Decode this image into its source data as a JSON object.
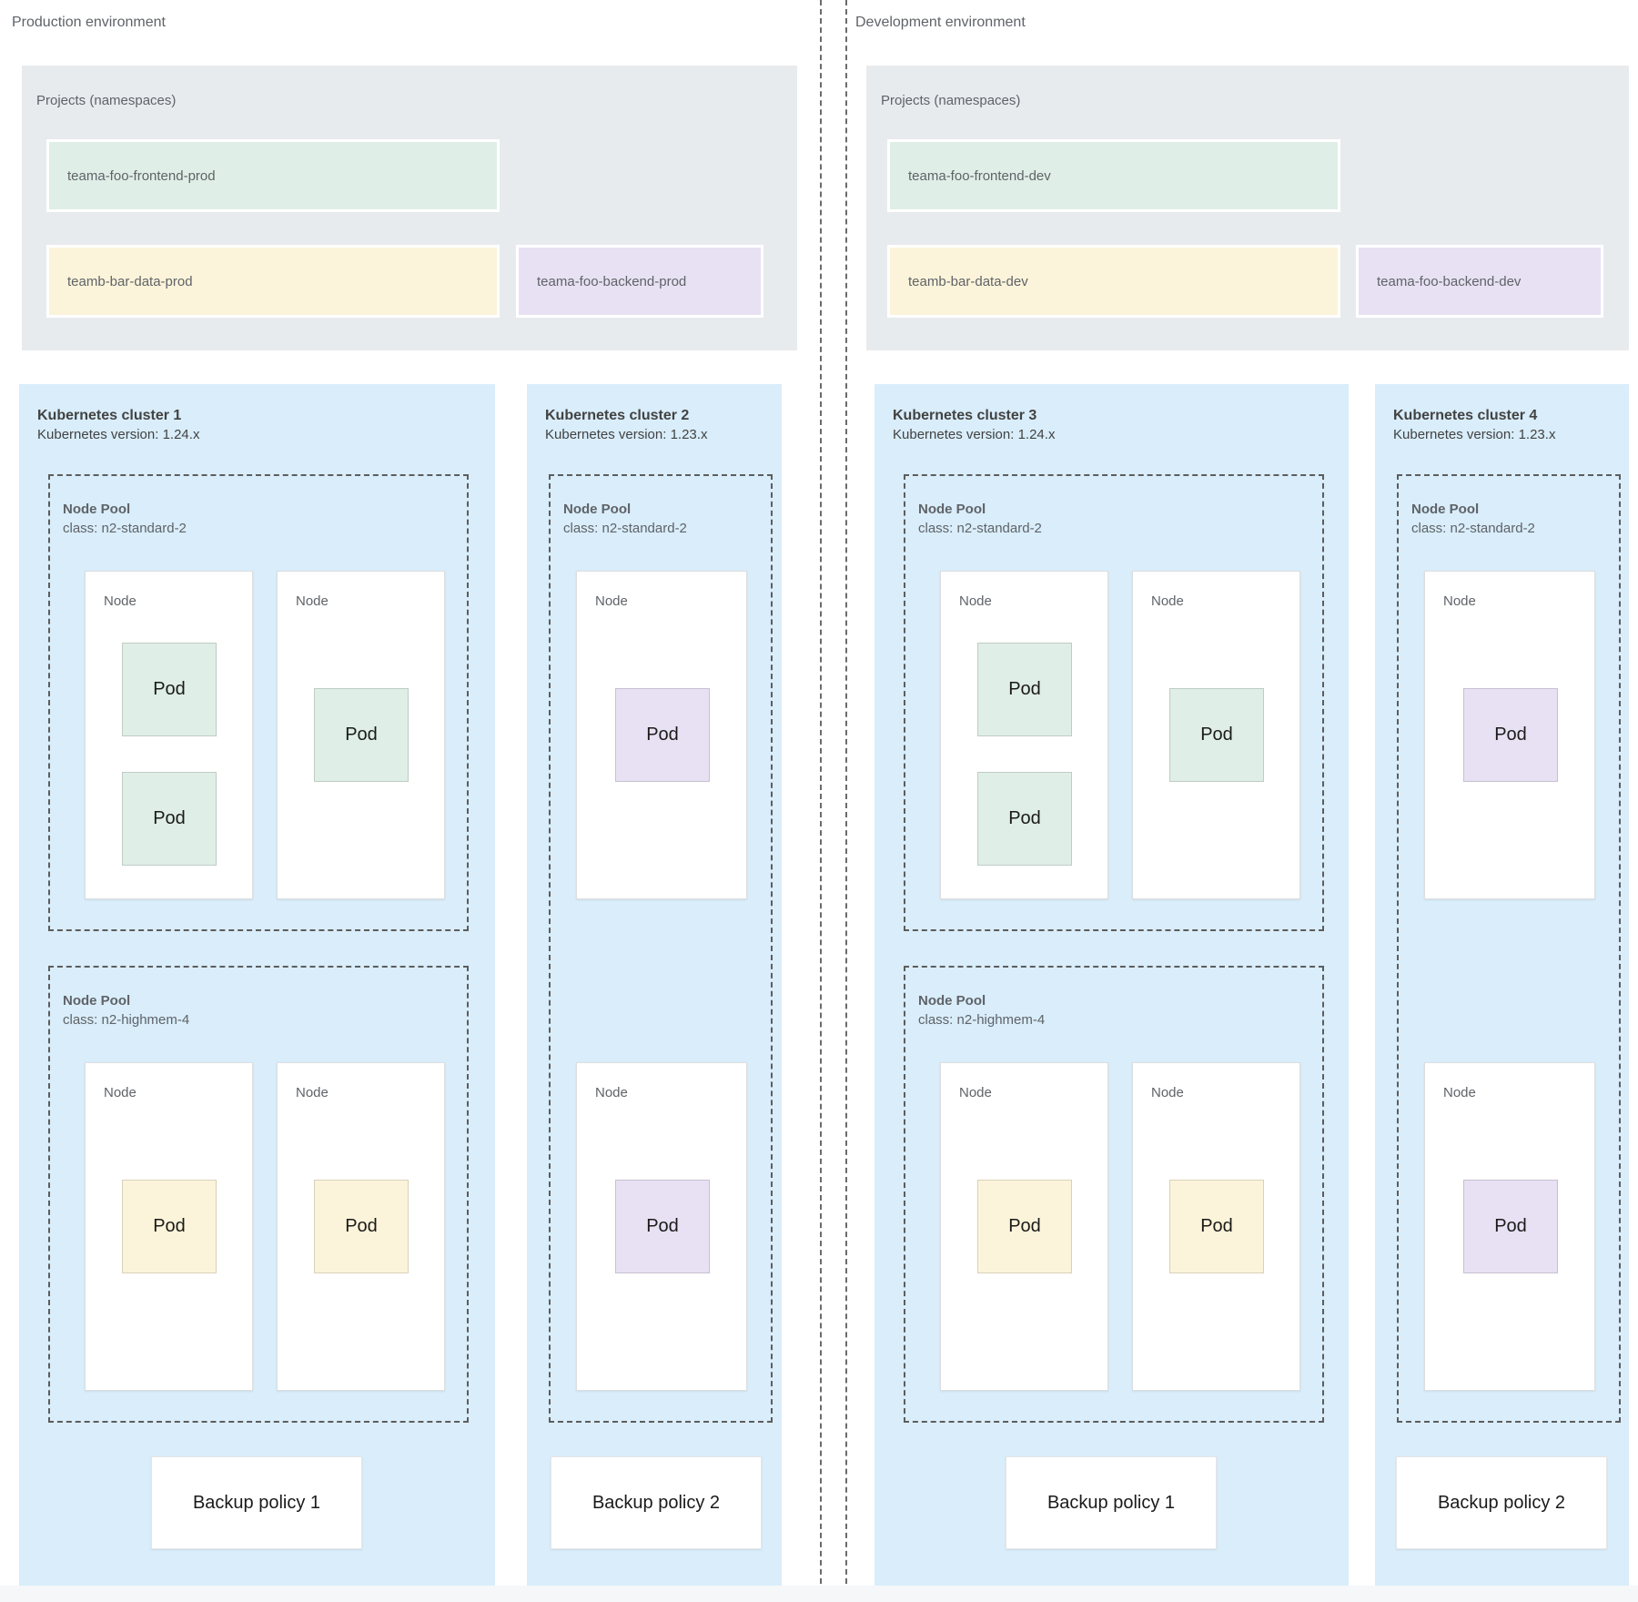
{
  "colors": {
    "cluster_bg": "#d9edfa",
    "projects_panel_bg": "#e8ebee",
    "project_green": "#dfeee6",
    "project_yellow": "#fcf4da",
    "project_purple": "#e8e1f3",
    "text_gray": "#5f6368",
    "text_dark": "#1a1a1a"
  },
  "environments": [
    {
      "label": "Production environment",
      "projects_panel": {
        "title": "Projects (namespaces)",
        "projects": [
          {
            "name": "teama-foo-frontend-prod",
            "color": "green"
          },
          {
            "name": "teamb-bar-data-prod",
            "color": "yellow"
          },
          {
            "name": "teama-foo-backend-prod",
            "color": "purple"
          }
        ]
      },
      "clusters": [
        {
          "title": "Kubernetes cluster 1",
          "version": "Kubernetes version: 1.24.x",
          "node_pools": [
            {
              "title": "Node Pool",
              "class": "class: n2-standard-2",
              "nodes": [
                {
                  "label": "Node",
                  "pods": [
                    {
                      "label": "Pod",
                      "color": "green"
                    },
                    {
                      "label": "Pod",
                      "color": "green"
                    }
                  ]
                },
                {
                  "label": "Node",
                  "pods": [
                    {
                      "label": "Pod",
                      "color": "green"
                    }
                  ]
                }
              ]
            },
            {
              "title": "Node Pool",
              "class": "class: n2-highmem-4",
              "nodes": [
                {
                  "label": "Node",
                  "pods": [
                    {
                      "label": "Pod",
                      "color": "yellow"
                    }
                  ]
                },
                {
                  "label": "Node",
                  "pods": [
                    {
                      "label": "Pod",
                      "color": "yellow"
                    }
                  ]
                }
              ]
            }
          ],
          "backup_policy": "Backup policy 1"
        },
        {
          "title": "Kubernetes cluster 2",
          "version": "Kubernetes version: 1.23.x",
          "node_pools": [
            {
              "title": "Node Pool",
              "class": "class: n2-standard-2",
              "nodes": [
                {
                  "label": "Node",
                  "pods": [
                    {
                      "label": "Pod",
                      "color": "purple"
                    }
                  ]
                },
                {
                  "label": "Node",
                  "pods": [
                    {
                      "label": "Pod",
                      "color": "purple"
                    }
                  ]
                }
              ]
            }
          ],
          "backup_policy": "Backup policy 2"
        }
      ]
    },
    {
      "label": "Development environment",
      "projects_panel": {
        "title": "Projects (namespaces)",
        "projects": [
          {
            "name": "teama-foo-frontend-dev",
            "color": "green"
          },
          {
            "name": "teamb-bar-data-dev",
            "color": "yellow"
          },
          {
            "name": "teama-foo-backend-dev",
            "color": "purple"
          }
        ]
      },
      "clusters": [
        {
          "title": "Kubernetes cluster 3",
          "version": "Kubernetes version: 1.24.x",
          "node_pools": [
            {
              "title": "Node Pool",
              "class": "class: n2-standard-2",
              "nodes": [
                {
                  "label": "Node",
                  "pods": [
                    {
                      "label": "Pod",
                      "color": "green"
                    },
                    {
                      "label": "Pod",
                      "color": "green"
                    }
                  ]
                },
                {
                  "label": "Node",
                  "pods": [
                    {
                      "label": "Pod",
                      "color": "green"
                    }
                  ]
                }
              ]
            },
            {
              "title": "Node Pool",
              "class": "class: n2-highmem-4",
              "nodes": [
                {
                  "label": "Node",
                  "pods": [
                    {
                      "label": "Pod",
                      "color": "yellow"
                    }
                  ]
                },
                {
                  "label": "Node",
                  "pods": [
                    {
                      "label": "Pod",
                      "color": "yellow"
                    }
                  ]
                }
              ]
            }
          ],
          "backup_policy": "Backup policy 1"
        },
        {
          "title": "Kubernetes cluster 4",
          "version": "Kubernetes version: 1.23.x",
          "node_pools": [
            {
              "title": "Node Pool",
              "class": "class: n2-standard-2",
              "nodes": [
                {
                  "label": "Node",
                  "pods": [
                    {
                      "label": "Pod",
                      "color": "purple"
                    }
                  ]
                },
                {
                  "label": "Node",
                  "pods": [
                    {
                      "label": "Pod",
                      "color": "purple"
                    }
                  ]
                }
              ]
            }
          ],
          "backup_policy": "Backup policy 2"
        }
      ]
    }
  ]
}
